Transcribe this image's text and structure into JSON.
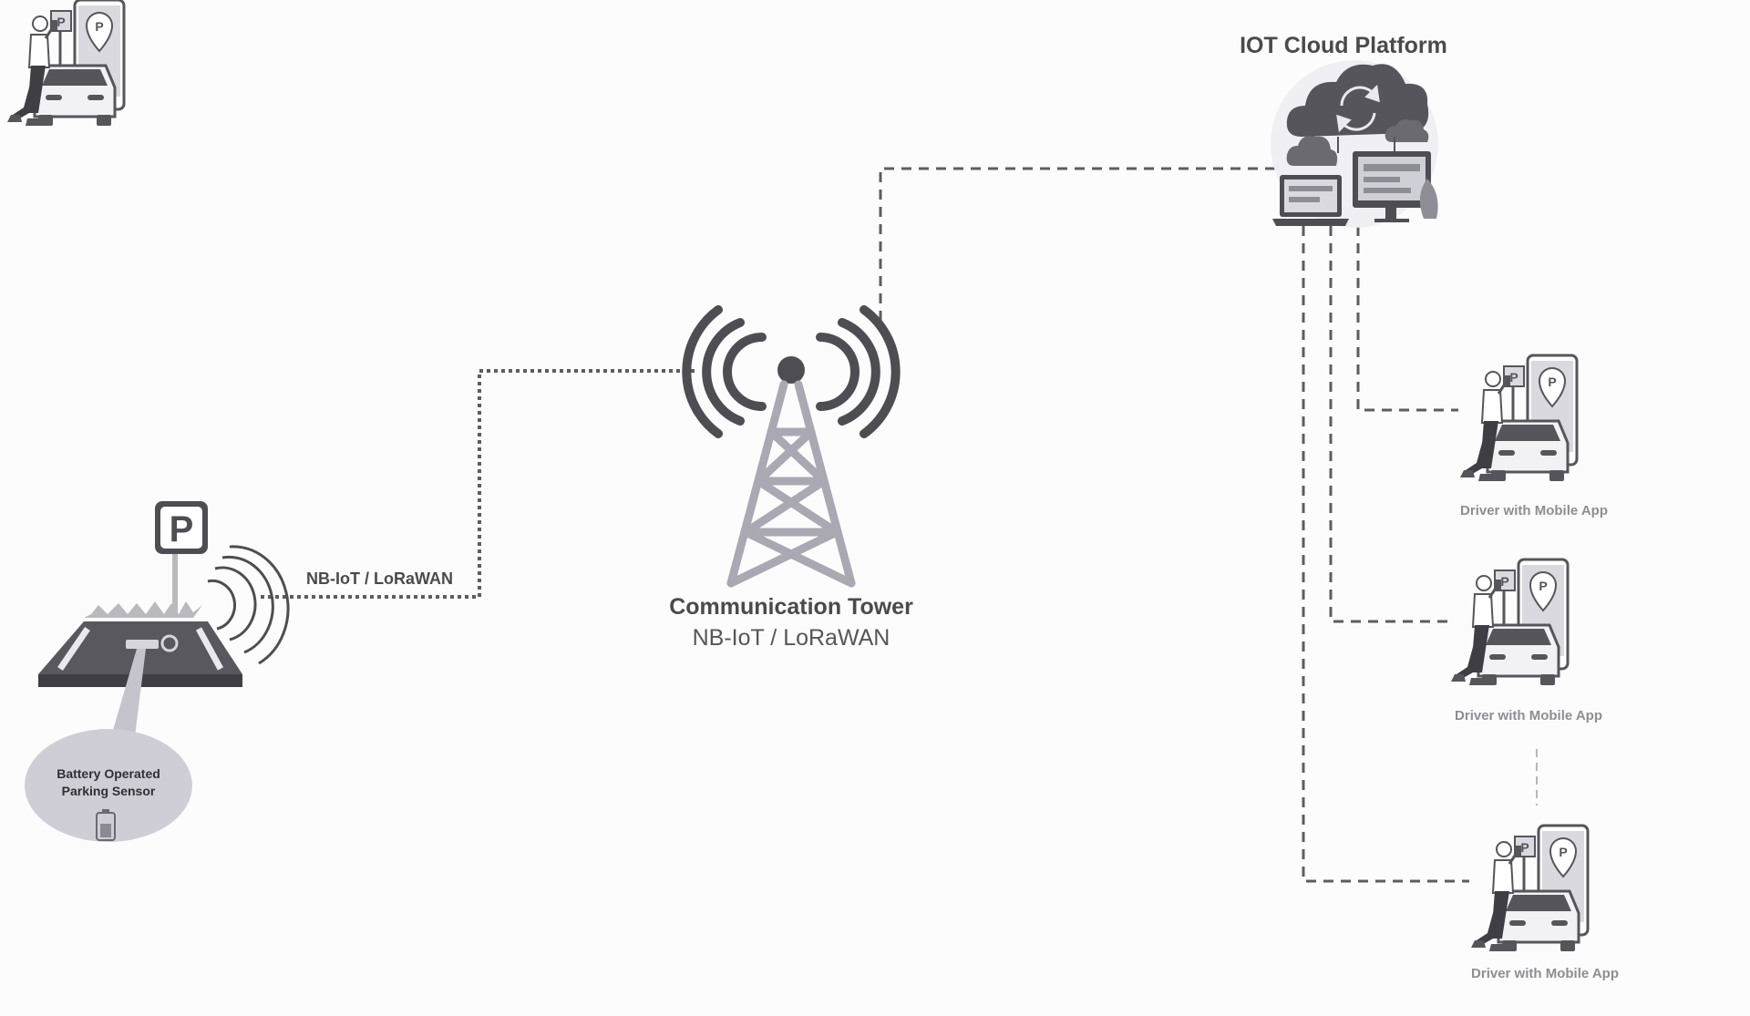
{
  "labels": {
    "cloud_title": "IOT Cloud Platform",
    "tower_title": "Communication Tower",
    "tower_subtitle": "NB-IoT / LoRaWAN",
    "link_label": "NB-IoT / LoRaWAN",
    "sensor_line1": "Battery Operated",
    "sensor_line2": "Parking Sensor",
    "parking_sign": "P"
  },
  "drivers": [
    {
      "label": "Driver with Mobile App"
    },
    {
      "label": "Driver with Mobile App"
    },
    {
      "label": "Driver with Mobile App"
    }
  ],
  "colors": {
    "line": "#5c5c62",
    "dark": "#4d4d53",
    "tower": "#a9a8b3",
    "bubble": "#cfced6",
    "road": "#58585e"
  }
}
